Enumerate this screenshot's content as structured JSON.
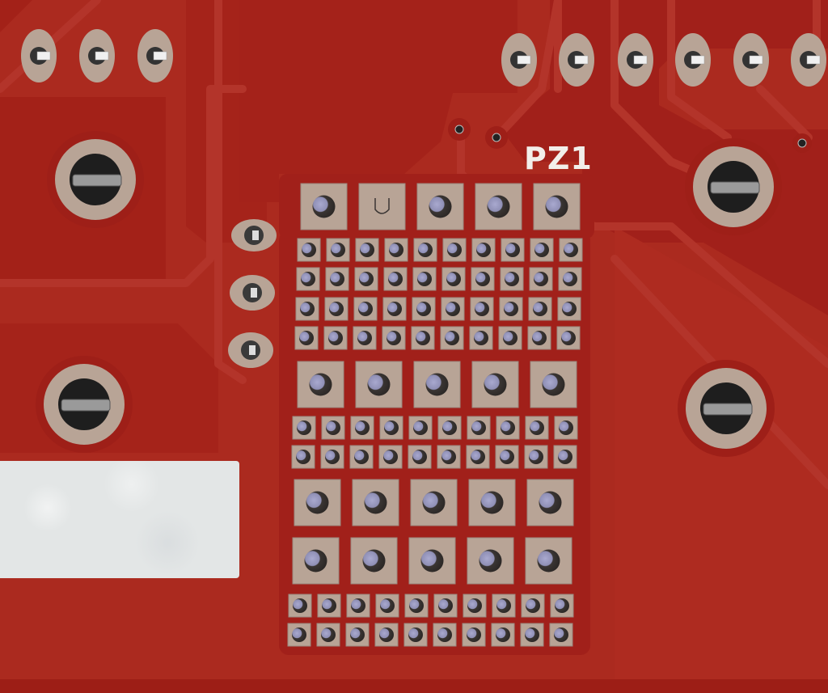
{
  "view": {
    "type": "pcb-3d-render",
    "board_color": "#ab2a1f",
    "pad_color": "#b8a496",
    "silkscreen_color": "#f2eeea"
  },
  "silkscreen": {
    "designator": "PZ1"
  },
  "components": {
    "PZ1": {
      "designator": "PZ1",
      "pad_grid": {
        "large_pad_rows": 4,
        "large_pads_per_row": 5,
        "small_pad_rows": 8,
        "small_pads_per_row": 10
      }
    },
    "top_left_header": {
      "pins": 3,
      "shape": "oval"
    },
    "top_right_header": {
      "pins": 6,
      "shape": "oval"
    },
    "left_vertical_header": {
      "pins": 3,
      "shape": "oval"
    },
    "mounting_holes": {
      "count": 4
    }
  },
  "vias": {
    "count": 3
  },
  "label_sticker": {
    "color": "#e3e6e6",
    "text": ""
  }
}
